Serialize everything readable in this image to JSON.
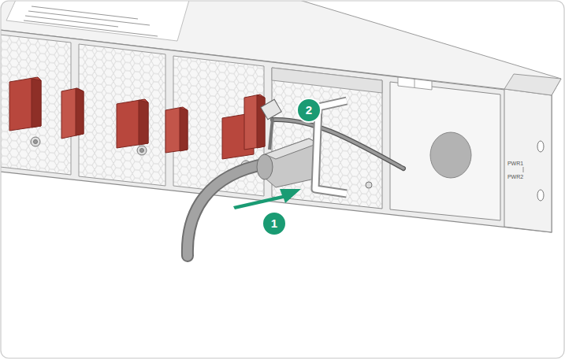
{
  "diagram": {
    "labels": [
      "1",
      "2",
      "PWR1",
      "PWR2"
    ]
  }
}
